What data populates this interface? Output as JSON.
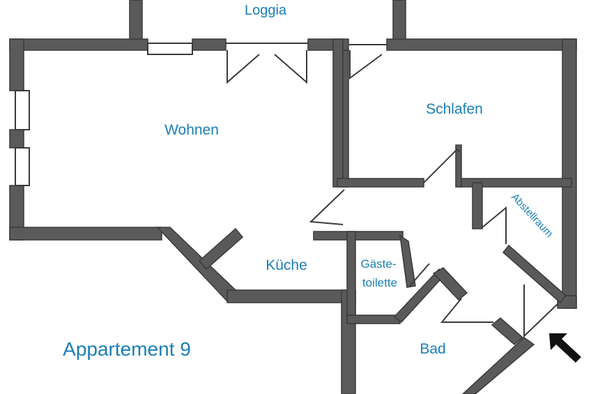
{
  "colors": {
    "label": "#1b7fb5",
    "wall": "#5a5a5a",
    "outline": "#3a3a3a",
    "background": "#ffffff"
  },
  "plan": {
    "title": "Appartement 9",
    "rooms": {
      "loggia": "Loggia",
      "wohnen": "Wohnen",
      "schlafen": "Schlafen",
      "abstellraum": "Abstellraum",
      "kueche": "Küche",
      "gaeste_line1": "Gäste-",
      "gaeste_line2": "toilette",
      "bad": "Bad"
    },
    "entrance_icon": "entrance-arrow-icon"
  }
}
